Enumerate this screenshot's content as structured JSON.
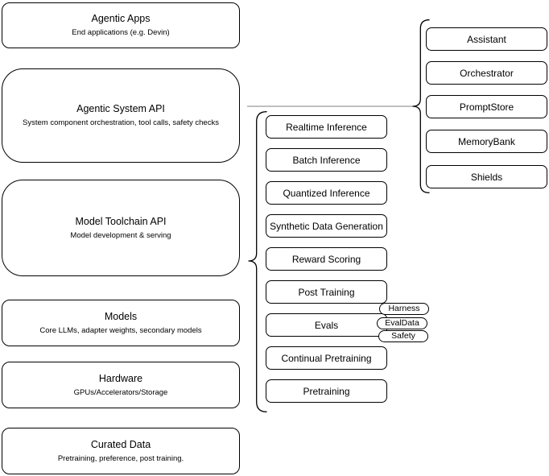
{
  "left_stack": [
    {
      "title": "Agentic Apps",
      "subtitle": "End applications (e.g. Devin)"
    },
    {
      "title": "Agentic System API",
      "subtitle": "System component orchestration, tool calls, safety checks"
    },
    {
      "title": "Model Toolchain API",
      "subtitle": "Model development & serving"
    },
    {
      "title": "Models",
      "subtitle": "Core LLMs, adapter weights, secondary models"
    },
    {
      "title": "Hardware",
      "subtitle": "GPUs/Accelerators/Storage"
    },
    {
      "title": "Curated Data",
      "subtitle": "Pretraining, preference, post training."
    }
  ],
  "toolchain_services": [
    "Realtime Inference",
    "Batch Inference",
    "Quantized Inference",
    "Synthetic Data Generation",
    "Reward Scoring",
    "Post Training",
    "Evals",
    "Continual Pretraining",
    "Pretraining"
  ],
  "evals_tags": [
    "Harness",
    "EvalData",
    "Safety"
  ],
  "system_components": [
    "Assistant",
    "Orchestrator",
    "PromptStore",
    "MemoryBank",
    "Shields"
  ],
  "colors": {
    "node_stroke": "#000000",
    "node_fill": "#ffffff",
    "connector": "#999999"
  }
}
